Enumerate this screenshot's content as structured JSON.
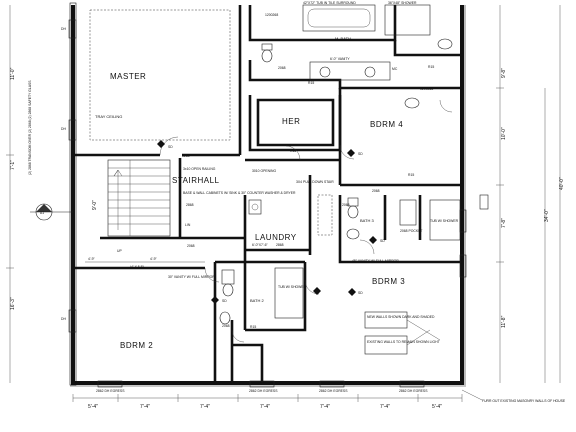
{
  "rooms": {
    "master": "MASTER",
    "mbath": "M. BATH",
    "her": "HER",
    "bdrm4": "BDRM 4",
    "stairhall": "STAIRHALL",
    "laundry": "LAUNDRY",
    "bath3": "BATH 3",
    "bdrm3": "BDRM 3",
    "bath2": "BATH 2",
    "bdrm2": "BDRM 2"
  },
  "labels": {
    "tray_ceiling": "TRAY CEILING",
    "tub_in_tile": "42\"X72\" TUB IN TILE SURROUND",
    "shower_top": "36\"X48\" SHOWER",
    "vanity_m": "6'-0\" VANITY",
    "opening_stair": "3x10 OPEN RAILING",
    "opening_3010": "3010 OPENING",
    "pull_down_stair": "3X4 PULL DOWN STAIR",
    "base_wall": "BASE & WALL CABINETS W/ SINK & 30\" COUNTER WASHER & DRYER",
    "laundry_dim": "6'-0\"X7'-6\"",
    "vanity_30": "30\" VANITY W/ FULL MIRROR",
    "vanity_45": "45\" VANITY W/ FULL MIRROR",
    "tub_shower_b2": "TUB W/ SHOWER",
    "tub_shower_b3": "TUB W/ SHOWER",
    "pocket": "2068 POCKET",
    "transom": "(2) 2868 TRANSOM OVER (2) 2868 (2) 2868 SAFETY GLASS",
    "note_new": "NEW WALLS SHOWN DARK AND SHADED",
    "note_existing": "EXISTING WALLS TO REMAIN SHOWN LIGHT",
    "furr_out": "FURR OUT EXISTING MASONRY WALLS OF HOUSE",
    "up": "UP"
  },
  "tags": {
    "d2068": "2068",
    "d1268": "1268",
    "d2868": "2868",
    "d1200": "1200268",
    "r15": "R15",
    "sd": "SD",
    "dh": "DH",
    "mc": "MC",
    "lin": "LIN"
  },
  "egress": {
    "bdrm2": "2862 DH EGRESS",
    "hall": "2862 DH EGRESS",
    "bdrm3a": "2862 DH EGRESS",
    "bdrm3b": "2862 DH EGRESS"
  },
  "dims_bottom": [
    "5'-4\"",
    "7'-4\"",
    "7'-4\"",
    "7'-4\"",
    "7'-4\"",
    "7'-4\"",
    "5'-4\""
  ],
  "dims_left": {
    "top": "11'-0\"",
    "mid": "7'-1\"",
    "upper_small": "9'-0\"",
    "bottom": "16'-3\""
  },
  "dims_right": {
    "a": "9'-8\"",
    "b": "10'-0\"",
    "c": "40'-0\"",
    "d": "34'-0\"",
    "e": "7'-8\"",
    "f": "11'-8\""
  },
  "dims_hall": {
    "a": "4'-9\"",
    "b": "4'-9\"",
    "c": "(4' X 5.5')"
  },
  "marker": "A1"
}
